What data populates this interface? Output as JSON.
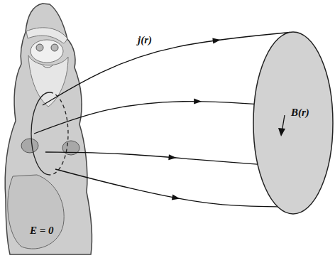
{
  "diagram": {
    "nodes": [
      {
        "text": [
          "E = 0"
        ]
      },
      {
        "text": [
          "B(r)"
        ]
      }
    ],
    "edges": [
      {
        "from": 0,
        "to": 1,
        "arrow": "to",
        "label": "j(r)"
      },
      {
        "from": 0,
        "to": 1,
        "arrow": "to"
      },
      {
        "from": 0,
        "to": 1,
        "arrow": "to"
      },
      {
        "from": 0,
        "to": 1,
        "arrow": "to"
      }
    ]
  }
}
